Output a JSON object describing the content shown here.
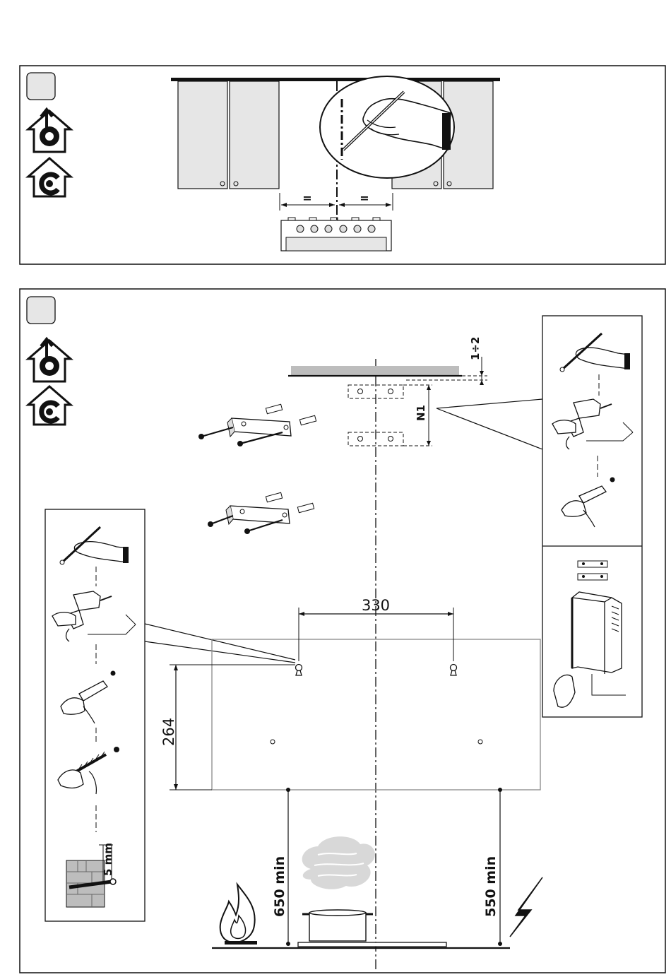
{
  "panel1": {
    "step_number": "",
    "icons": [
      "ducted-extraction-icon",
      "recirculation-icon"
    ],
    "dim_left": "=",
    "dim_right": "="
  },
  "panel2": {
    "step_number": "",
    "icons": [
      "ducted-extraction-icon",
      "recirculation-icon"
    ],
    "dim_gap": "1÷2",
    "dim_n1": "N1",
    "dim_width": "330",
    "dim_height": "264",
    "min_gas": "650 min",
    "min_electric": "550 min",
    "dim_screw": "5 mm"
  },
  "colors": {
    "line": "#111111",
    "cabinet_fill": "#e6e6e6",
    "ceiling_fill": "#bdbdbd"
  }
}
